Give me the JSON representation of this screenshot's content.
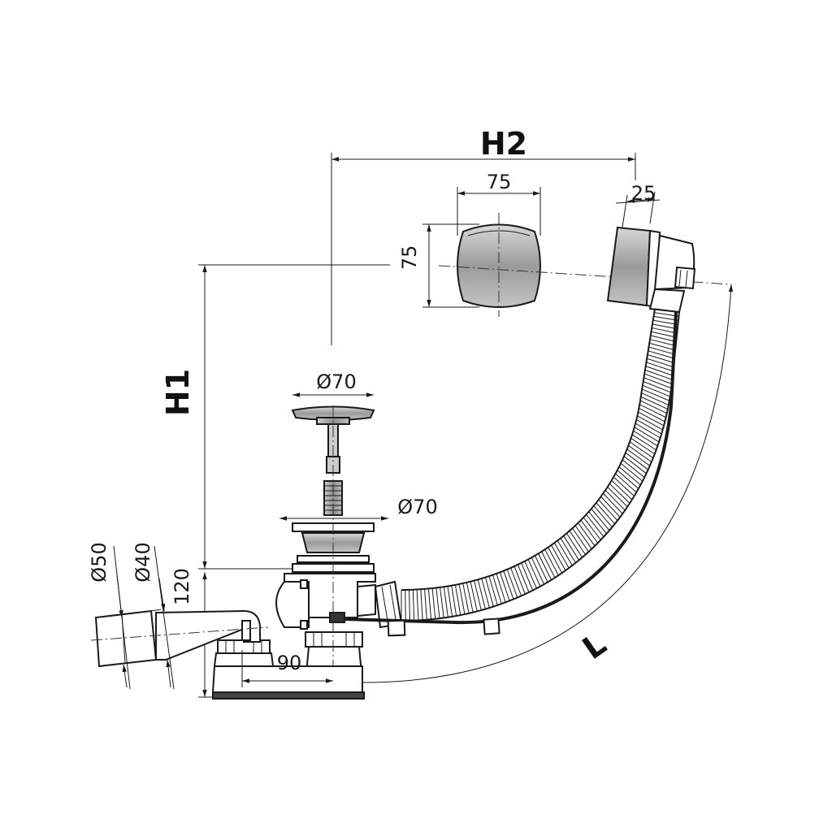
{
  "diagram": {
    "labels": {
      "h2": "H2",
      "h1": "H1",
      "l": "L",
      "cap_width": "75",
      "cap_height": "75",
      "overflow_depth": "25",
      "plug_diameter": "Ø70",
      "waste_diameter": "Ø70",
      "outlet_d50": "Ø50",
      "outlet_d40": "Ø40",
      "trap_height": "120",
      "trap_offset": "90"
    },
    "colors": {
      "line": "#1a1a1a",
      "metal_fill": "#a9a9a9",
      "metal_dark": "#7a7a7a",
      "body_fill": "#ffffff"
    }
  }
}
